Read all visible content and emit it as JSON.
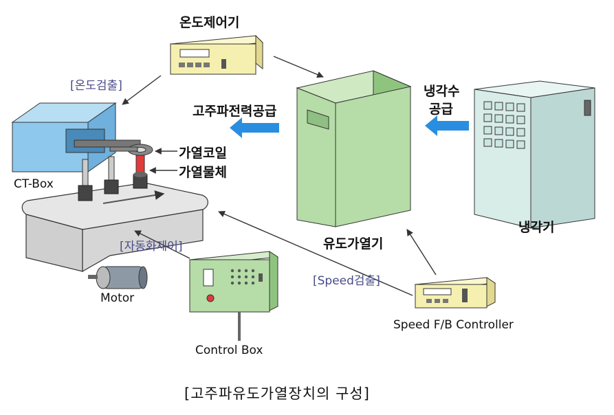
{
  "labels": {
    "temp_controller": "온도제어기",
    "temp_detect": "[온도검출]",
    "hf_power_supply": "고주파전력공급",
    "coolant_supply_line1": "냉각수",
    "coolant_supply_line2": "공급",
    "heating_coil": "가열코일",
    "heated_object": "가열물체",
    "ct_box": "CT-Box",
    "induction_heater": "유도가열기",
    "cooler": "냉각기",
    "auto_control": "[자동화제어]",
    "motor": "Motor",
    "speed_detect": "[Speed검출]",
    "speed_controller": "Speed F/B Controller",
    "control_box": "Control Box"
  },
  "caption": "[고주파유도가열장치의 구성]",
  "colors": {
    "device_yellow": "#f6f0b0",
    "heater_green": "#b6dca8",
    "cooler_teal": "#d8ece8",
    "ct_box_blue": "#8ec8ec",
    "conveyor_gray": "#d6d6d6",
    "flow_arrow_blue": "#2a8ee0",
    "coil_red": "#e03a3a"
  }
}
